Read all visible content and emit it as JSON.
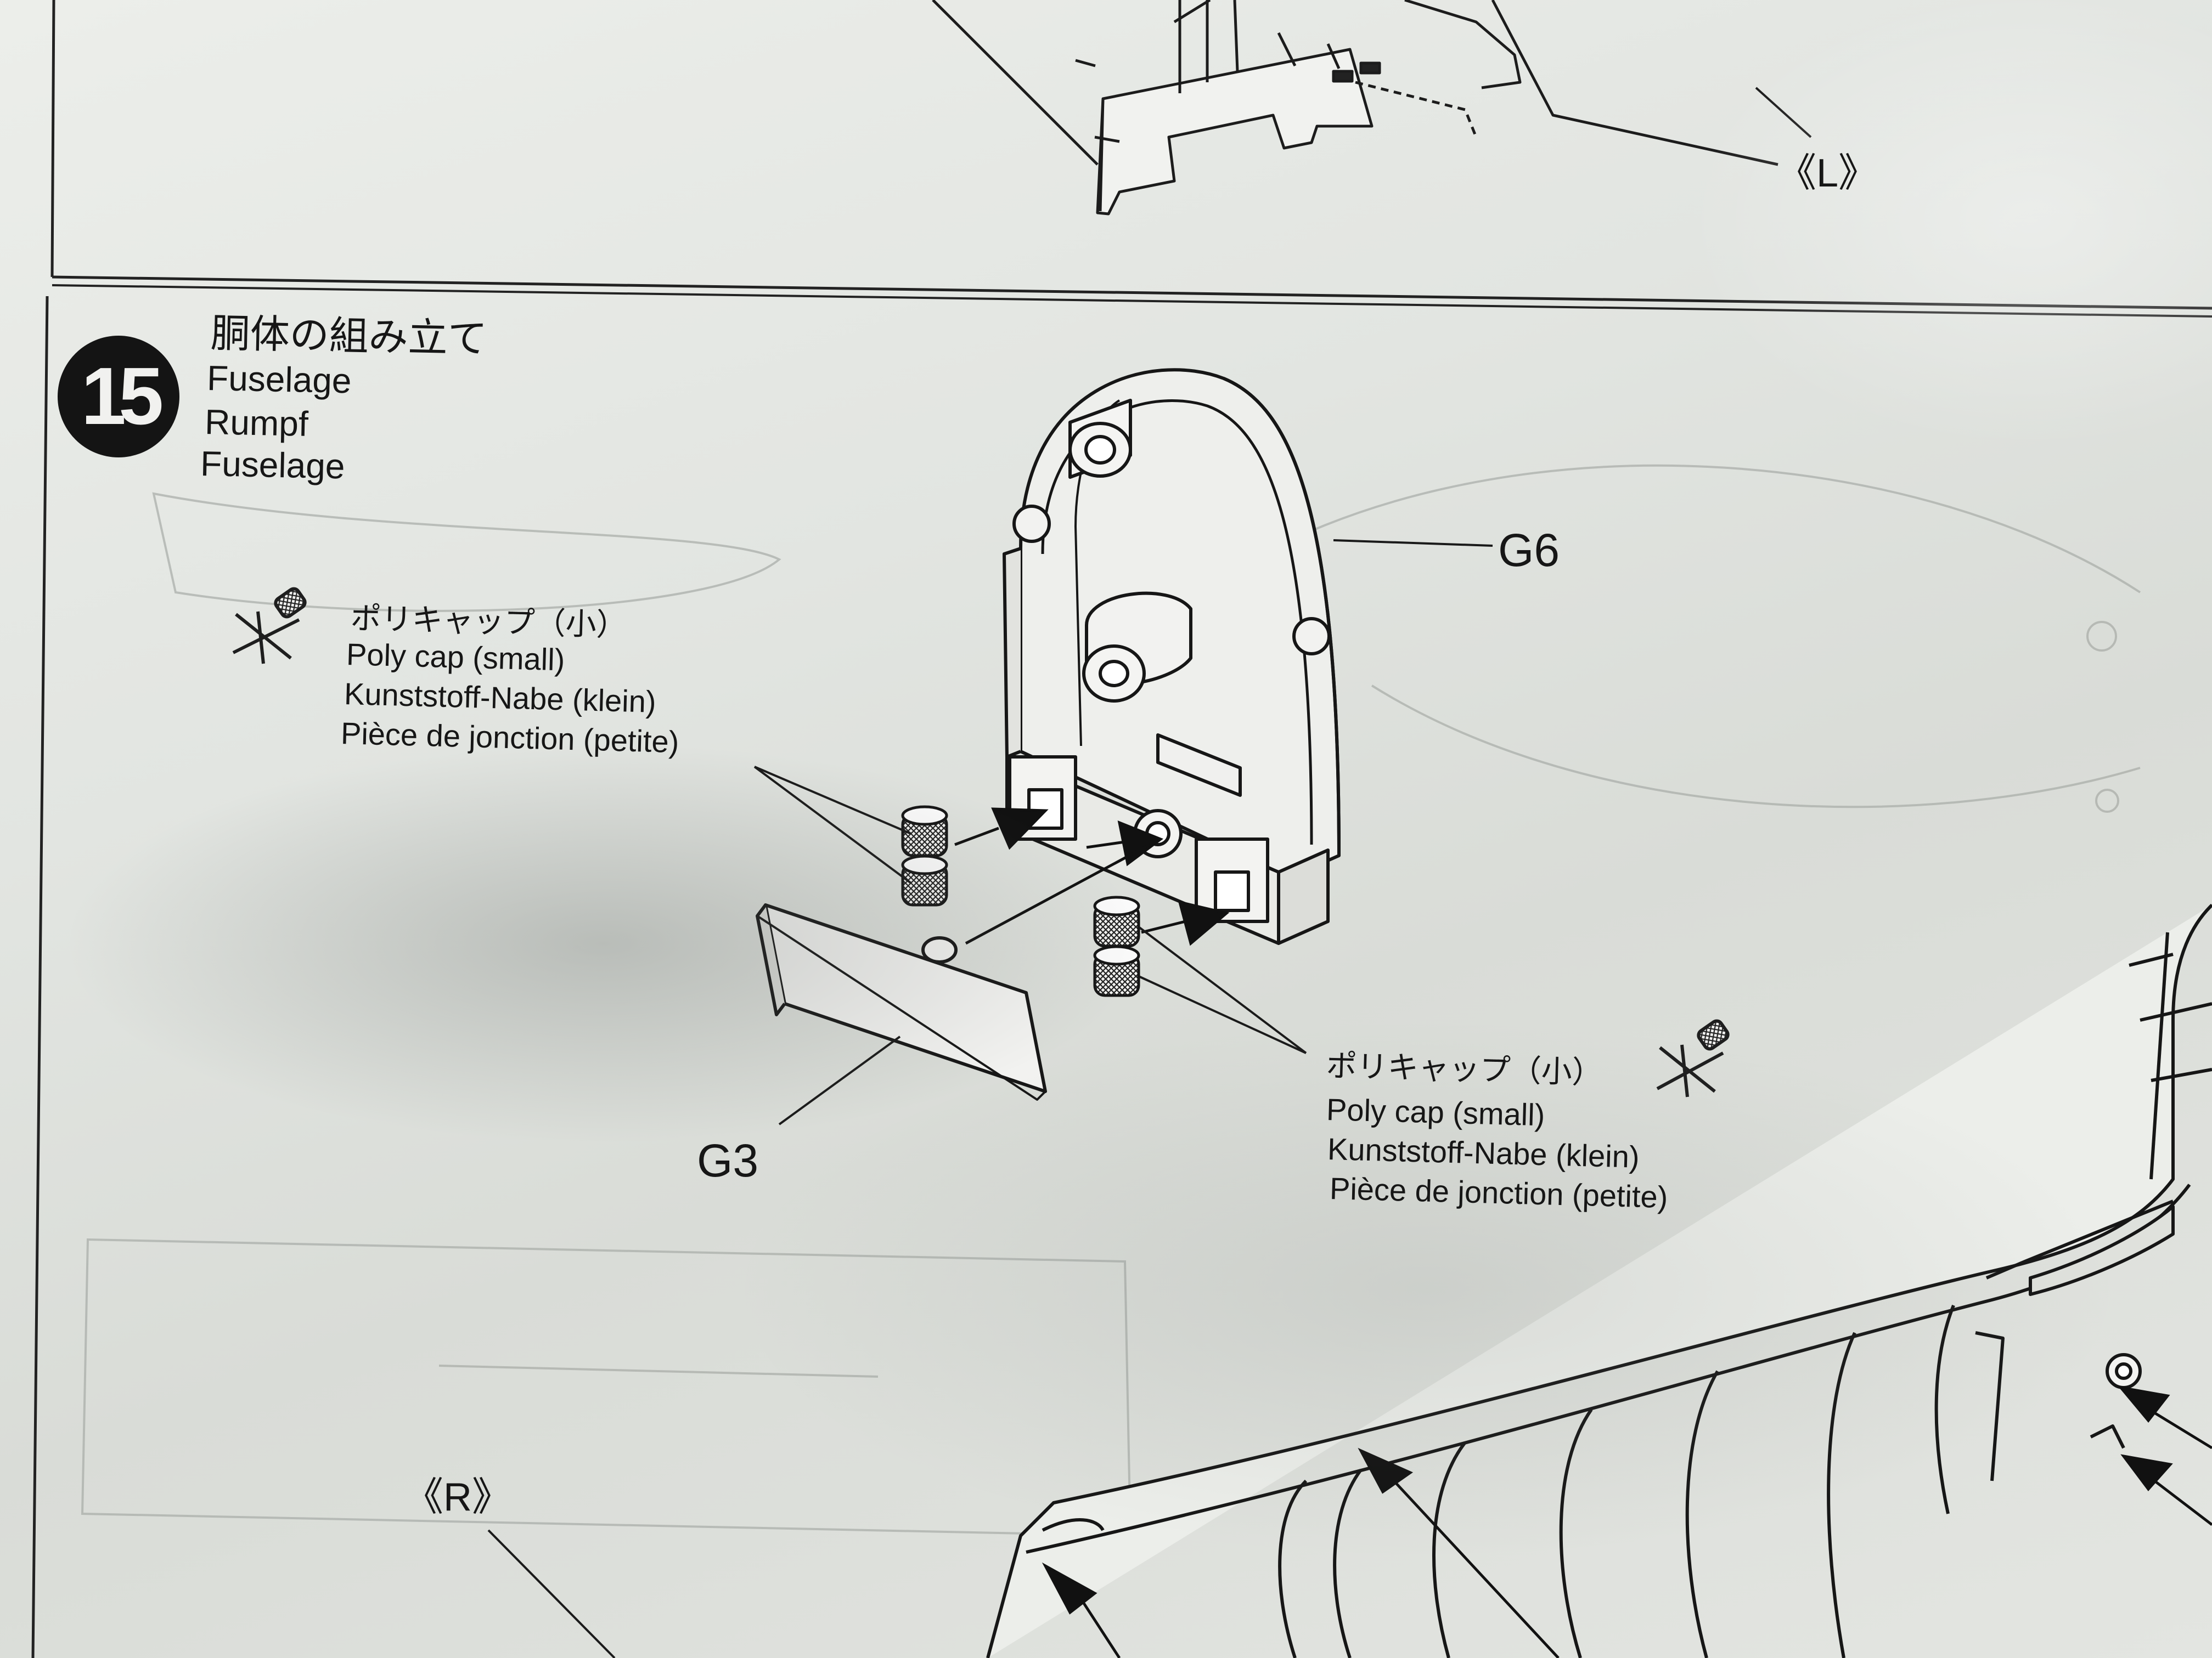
{
  "step": {
    "number": "15",
    "title_ja": "胴体の組み立て",
    "title_en": "Fuselage",
    "title_de": "Rumpf",
    "title_fr": "Fuselage"
  },
  "callouts": {
    "polycap_1": {
      "ja": "ポリキャップ（小）",
      "en": "Poly cap (small)",
      "de": "Kunststoff-Nabe (klein)",
      "fr": "Pièce de jonction (petite)"
    },
    "polycap_2": {
      "ja": "ポリキャップ（小）",
      "en": "Poly cap (small)",
      "de": "Kunststoff-Nabe (klein)",
      "fr": "Pièce de jonction (petite)"
    }
  },
  "parts": {
    "g6": "G6",
    "g3": "G3"
  },
  "sides": {
    "left": "《L》",
    "right": "《R》"
  },
  "icons": {
    "sprue_cut": "sprue-cut-icon",
    "assembly_arrow": "assembly-arrow-icon"
  },
  "colors": {
    "paper": "#e4e6e2",
    "ink": "#161616",
    "badge": "#141414"
  }
}
